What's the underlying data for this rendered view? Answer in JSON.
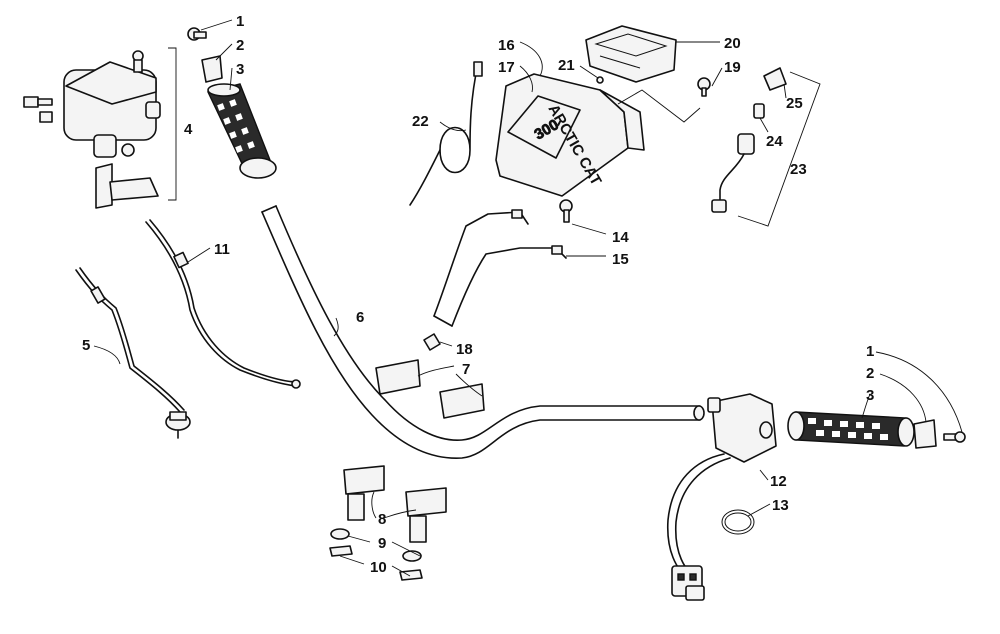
{
  "callouts": {
    "c1a": "1",
    "c2a": "2",
    "c3a": "3",
    "c4": "4",
    "c5": "5",
    "c6": "6",
    "c7": "7",
    "c8": "8",
    "c9": "9",
    "c10": "10",
    "c11": "11",
    "c1b": "1",
    "c2b": "2",
    "c3b": "3",
    "c12": "12",
    "c13": "13",
    "c14": "14",
    "c15": "15",
    "c16": "16",
    "c17": "17",
    "c18": "18",
    "c19": "19",
    "c20": "20",
    "c21": "21",
    "c22": "22",
    "c23": "23",
    "c24": "24",
    "c25": "25"
  },
  "brand": {
    "logo_text": "ARCTIC CAT",
    "model_badge": "300"
  }
}
